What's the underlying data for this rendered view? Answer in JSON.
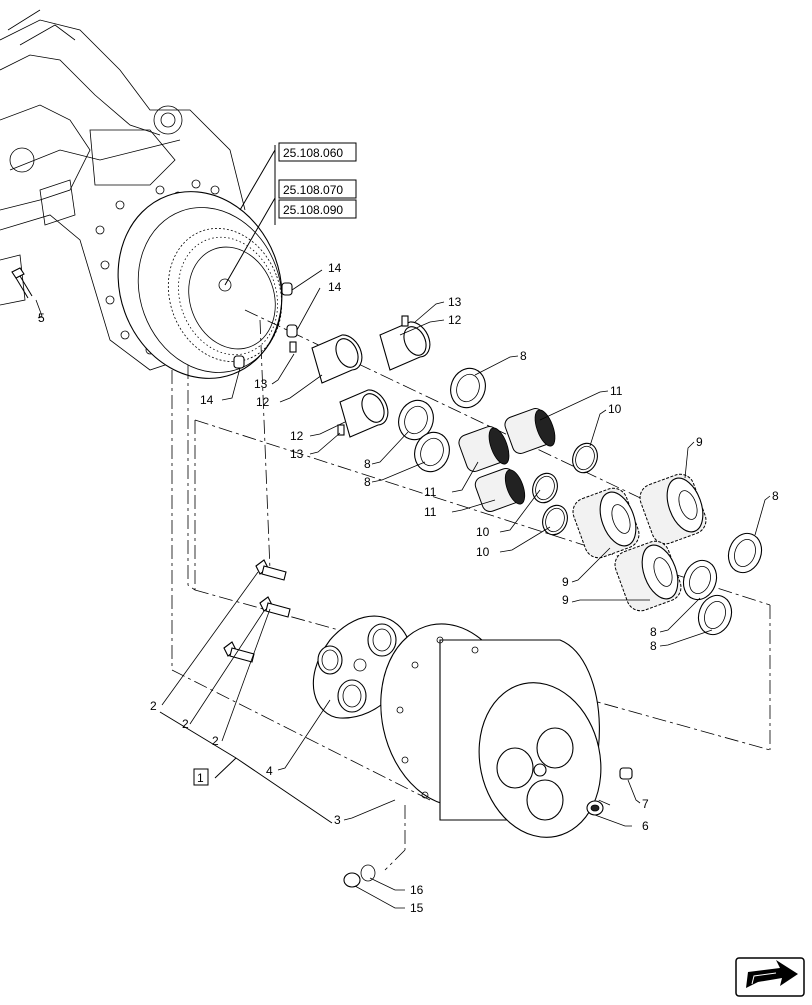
{
  "references": [
    "25.108.060",
    "25.108.070",
    "25.108.090"
  ],
  "assembly_label": "1",
  "parts": {
    "p2a": "2",
    "p2b": "2",
    "p2c": "2",
    "p3": "3",
    "p4": "4",
    "p5": "5",
    "p6": "6",
    "p7": "7",
    "p8a": "8",
    "p8b": "8",
    "p8c": "8",
    "p8d": "8",
    "p8e": "8",
    "p8f": "8",
    "p9a": "9",
    "p9b": "9",
    "p9c": "9",
    "p10a": "10",
    "p10b": "10",
    "p10c": "10",
    "p11a": "11",
    "p11b": "11",
    "p11c": "11",
    "p12a": "12",
    "p12b": "12",
    "p12c": "12",
    "p13a": "13",
    "p13b": "13",
    "p13c": "13",
    "p14a": "14",
    "p14b": "14",
    "p14c": "14",
    "p15": "15",
    "p16": "16"
  },
  "nav_icon": "next-page-arrow-icon"
}
